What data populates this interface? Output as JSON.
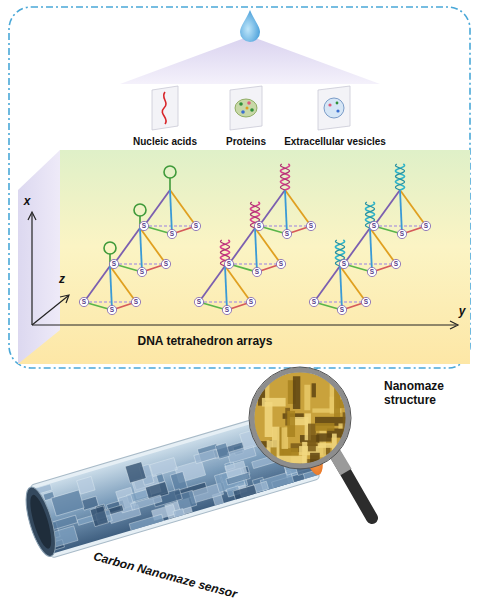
{
  "diagram": {
    "labels": [
      "Nucleic acids",
      "Proteins",
      "Extracellular vesicles",
      "x",
      "z",
      "y",
      "DNA tetrahedron arrays",
      "S",
      "S",
      "S",
      "S",
      "S",
      "S",
      "S",
      "S",
      "S",
      "S",
      "S",
      "S",
      "S",
      "S",
      "S",
      "S",
      "S",
      "S",
      "S",
      "S",
      "S",
      "S",
      "S",
      "S",
      "S",
      "S",
      "S",
      "Nanomaze structure",
      "Carbon Nanomaze sensor"
    ]
  }
}
